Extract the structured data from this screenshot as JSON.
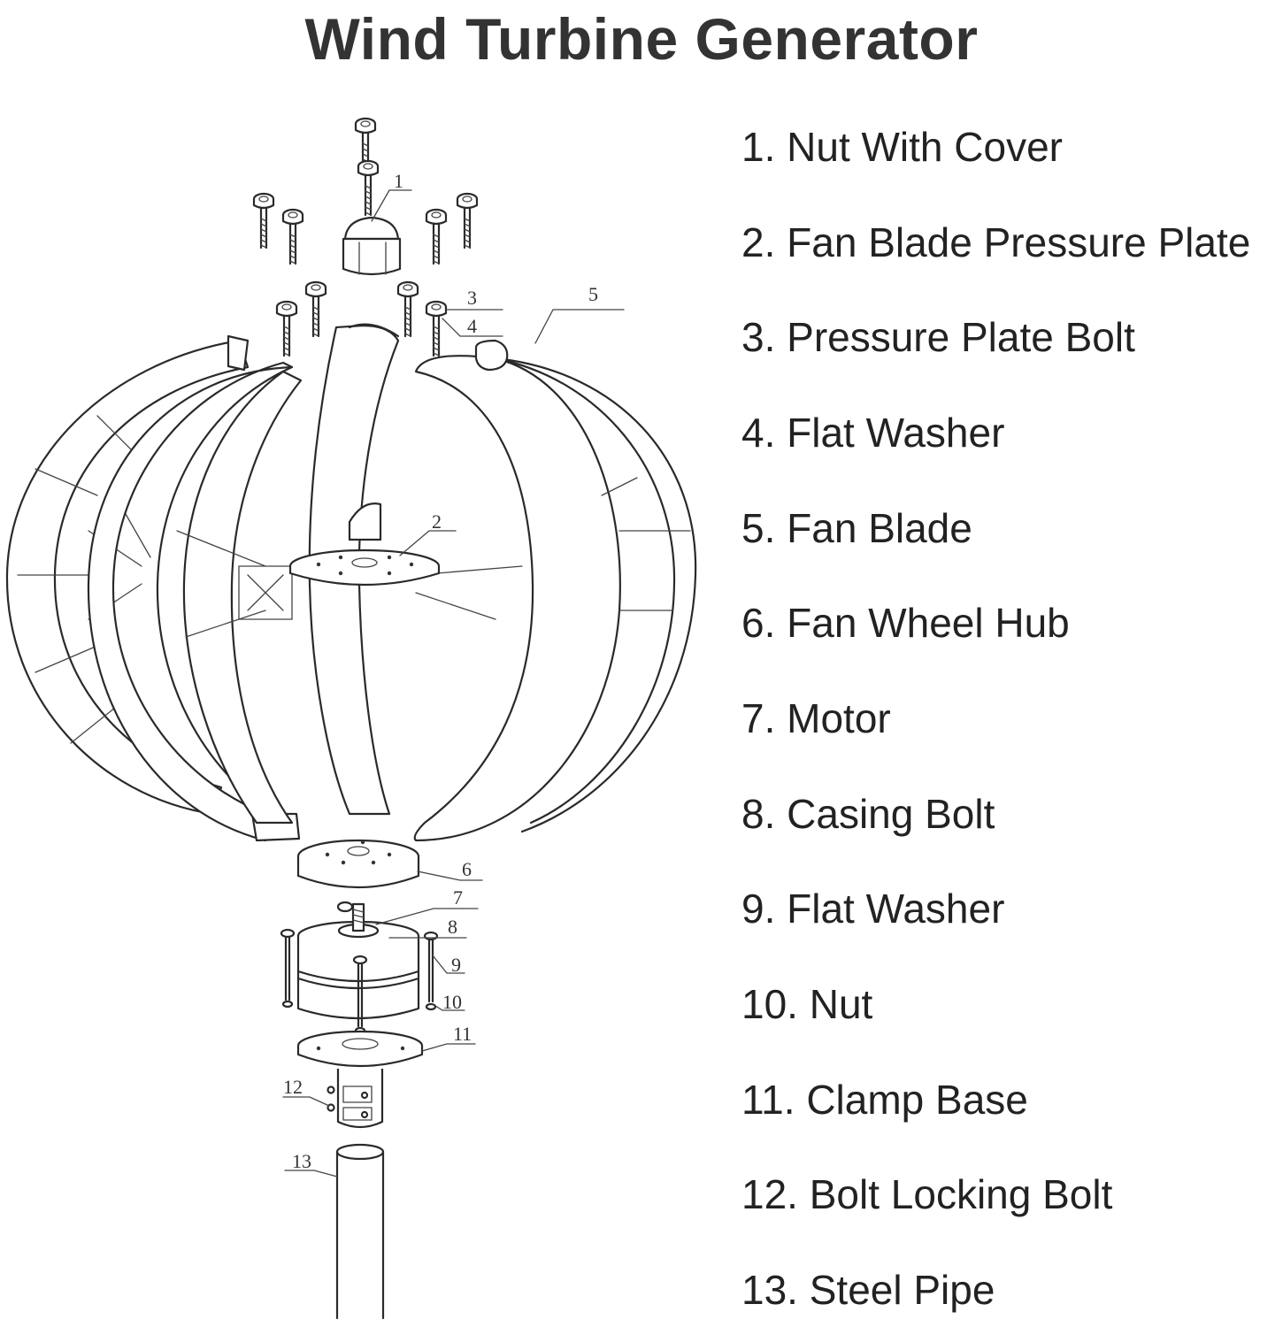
{
  "title": "Wind Turbine Generator",
  "parts": [
    "1. Nut With Cover",
    "2. Fan Blade Pressure Plate",
    "3. Pressure Plate Bolt",
    "4. Flat Washer",
    "5. Fan Blade",
    "6. Fan Wheel Hub",
    "7. Motor",
    "8. Casing Bolt",
    "9. Flat Washer",
    "10. Nut",
    "11. Clamp Base",
    "12. Bolt Locking Bolt",
    "13. Steel Pipe"
  ],
  "callouts": [
    "1",
    "2",
    "3",
    "4",
    "5",
    "6",
    "7",
    "8",
    "9",
    "10",
    "11",
    "12",
    "13"
  ]
}
